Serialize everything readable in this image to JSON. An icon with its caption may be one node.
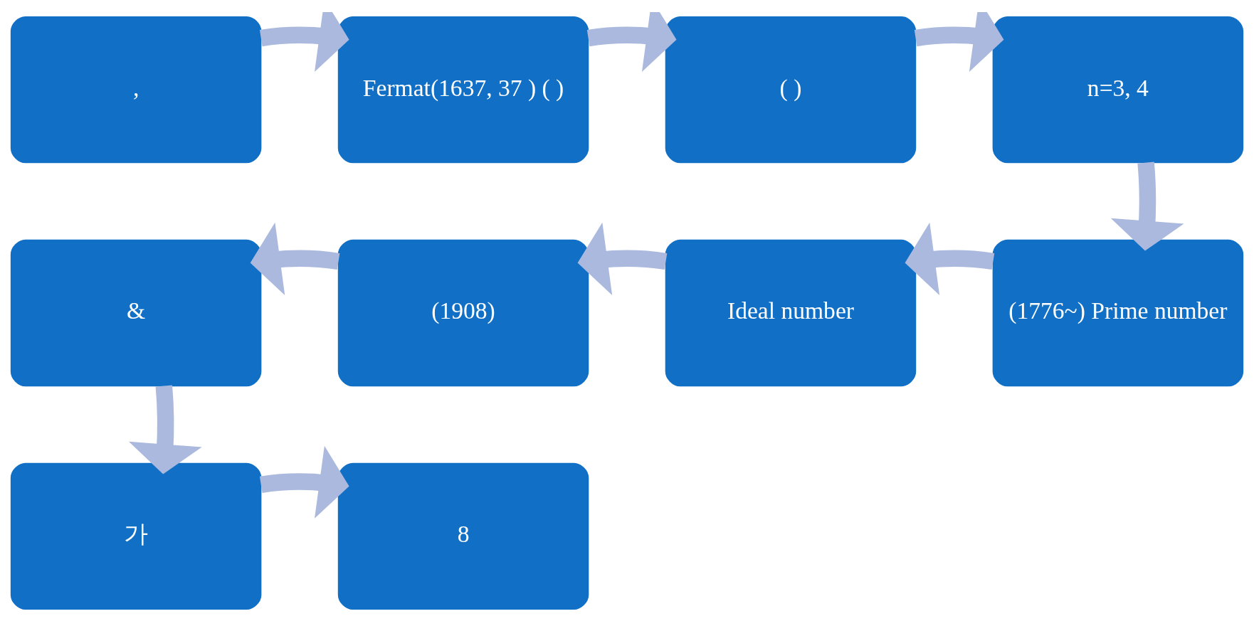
{
  "diagram": {
    "nodes": [
      {
        "text": [
          ","
        ]
      },
      {
        "text": [
          "Fermat(1637, 37 ) ( )"
        ]
      },
      {
        "text": [
          "( )"
        ]
      },
      {
        "text": [
          "n=3, 4"
        ]
      },
      {
        "text": [
          "(1776~) Prime number"
        ]
      },
      {
        "text": [
          "Ideal number"
        ]
      },
      {
        "text": [
          "(1908)"
        ]
      },
      {
        "text": [
          "&"
        ]
      },
      {
        "text": [
          "가"
        ]
      },
      {
        "text": [
          "8"
        ]
      }
    ],
    "edges": [
      {
        "from": 0,
        "to": 1,
        "arrow": "to"
      },
      {
        "from": 1,
        "to": 2,
        "arrow": "to"
      },
      {
        "from": 2,
        "to": 3,
        "arrow": "to"
      },
      {
        "from": 3,
        "to": 4,
        "arrow": "to"
      },
      {
        "from": 4,
        "to": 5,
        "arrow": "to"
      },
      {
        "from": 5,
        "to": 6,
        "arrow": "to"
      },
      {
        "from": 6,
        "to": 7,
        "arrow": "to"
      },
      {
        "from": 7,
        "to": 8,
        "arrow": "to"
      },
      {
        "from": 8,
        "to": 9,
        "arrow": "to"
      }
    ]
  }
}
